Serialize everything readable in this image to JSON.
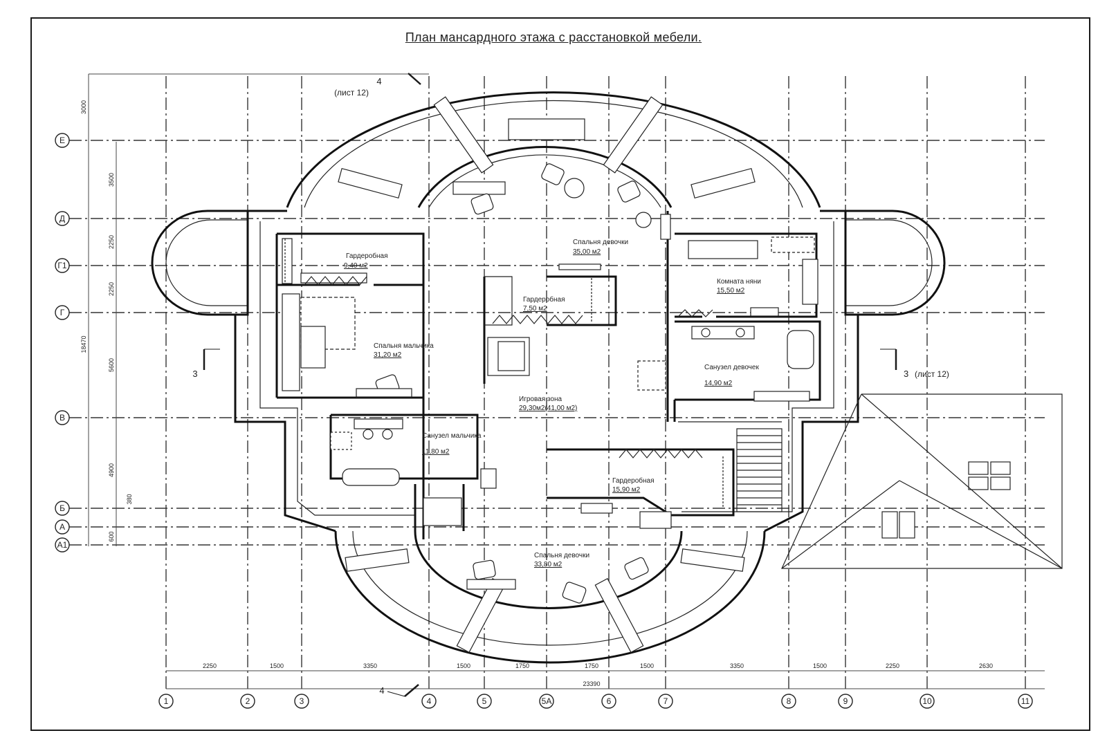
{
  "title": "План мансардного этажа с расстановкой мебели.",
  "section_marks": {
    "top": {
      "num": "4",
      "ref": "(лист 12)"
    },
    "bottom": {
      "num": "4"
    },
    "left": {
      "num": "3"
    },
    "right": {
      "num": "3",
      "ref": "(лист 12)"
    }
  },
  "axes_vertical": [
    "1",
    "2",
    "3",
    "4",
    "5",
    "5А",
    "6",
    "7",
    "8",
    "9",
    "10",
    "11"
  ],
  "axes_horizontal": [
    "Е",
    "Д",
    "Г1",
    "Г",
    "В",
    "Б",
    "А",
    "А1"
  ],
  "dims_bottom": [
    "2250",
    "1500",
    "3350",
    "1500",
    "1750",
    "1750",
    "1500",
    "3350",
    "1500",
    "2250",
    "2630"
  ],
  "dim_total_bottom": "23390",
  "dims_left": [
    "3000",
    "3500",
    "2250",
    "2250",
    "5600",
    "4900",
    "380",
    "600"
  ],
  "dim_total_left": "18470",
  "rooms": [
    {
      "name": "Гардеробная",
      "area": "9,40 м2"
    },
    {
      "name": "Спальня девочки",
      "area": "35,00 м2"
    },
    {
      "name": "Комната няни",
      "area": "15,50 м2"
    },
    {
      "name": "Гардеробная",
      "area": "7,50 м2"
    },
    {
      "name": "Спальня мальчика",
      "area": "31,20 м2"
    },
    {
      "name": "Игровая зона",
      "area": "29,30м2(41,00 м2)"
    },
    {
      "name": "Санузел девочек",
      "area": "14,90 м2"
    },
    {
      "name": "Санузел мальчика",
      "area": "11,80 м2"
    },
    {
      "name": "Гардеробная",
      "area": "15,90 м2"
    },
    {
      "name": "Спальня девочки",
      "area": "33,80 м2"
    }
  ]
}
